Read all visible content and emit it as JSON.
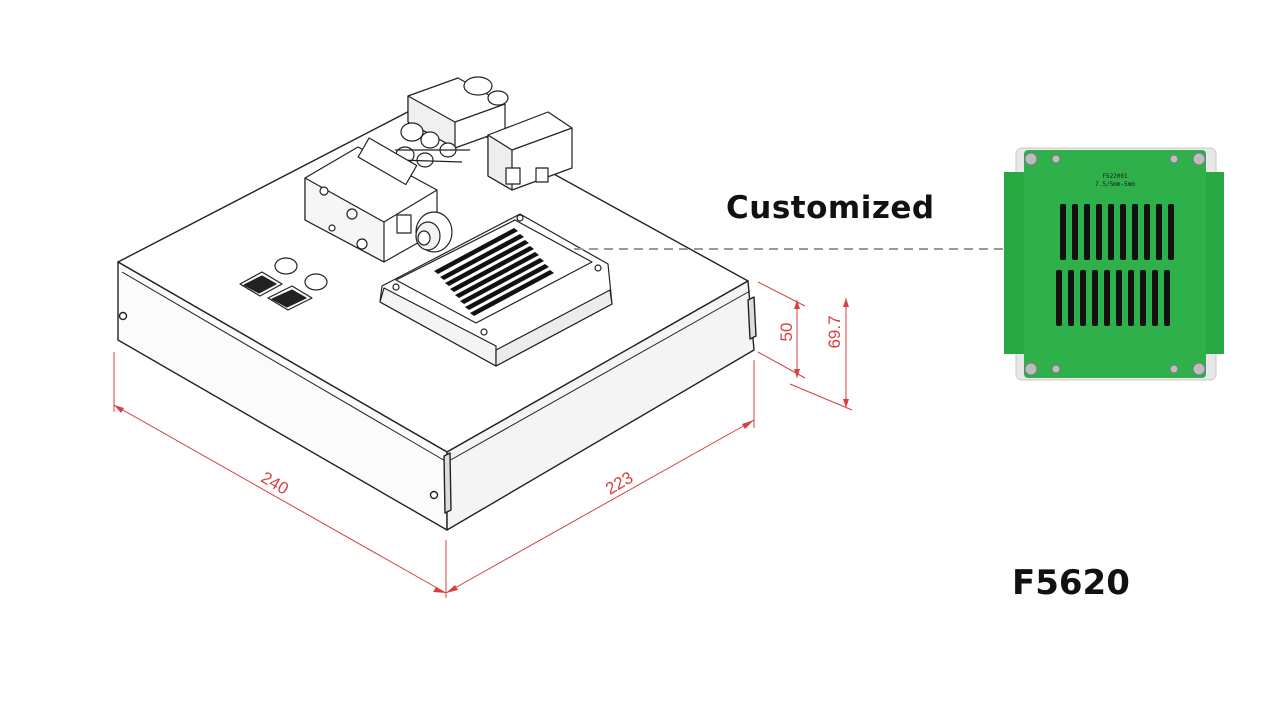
{
  "callout": {
    "label": "Customized"
  },
  "model": {
    "label": "F5620"
  },
  "dimensions": {
    "length": "240",
    "width": "223",
    "height_body": "50",
    "height_total": "69.7"
  },
  "pcb": {
    "line1": "F522001",
    "line2": "7.5/5mm-5mm"
  },
  "colors": {
    "dimension_lines": "#d64040",
    "outline": "#222222",
    "leader_line": "#9a9a9a",
    "pcb_green": "#2fb04a",
    "pcb_frame": "#e8e8e8",
    "text": "#111111"
  }
}
